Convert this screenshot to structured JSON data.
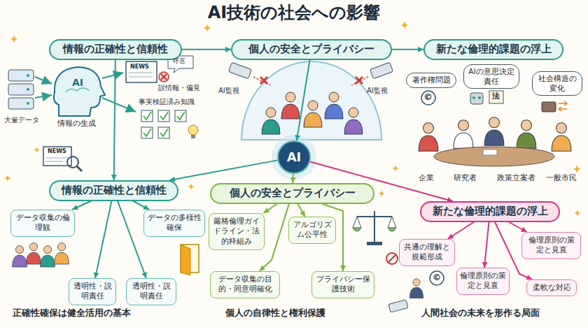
{
  "diagram": {
    "title": "AI技術の社会への影響",
    "nodes": [
      {
        "text": [
          "AI"
        ]
      },
      {
        "text": [
          "情報の正確性と信頼性"
        ]
      },
      {
        "text": [
          "個人の安全とプライバシー"
        ]
      },
      {
        "text": [
          "新たな倫理的課題の浮上"
        ]
      },
      {
        "text": [
          "情報の正確性と信頼性"
        ]
      },
      {
        "text": [
          "個人の安全とプライバシー"
        ]
      },
      {
        "text": [
          "新たな倫理的課題の浮上"
        ]
      },
      {
        "text": [
          "データ収集の倫理観"
        ]
      },
      {
        "text": [
          "データの多様性確保"
        ]
      },
      {
        "text": [
          "透明性・説明責任"
        ]
      },
      {
        "text": [
          "透明性・説明責任"
        ]
      },
      {
        "text": [
          "厳格倫理ガイドライン・法的枠組み"
        ]
      },
      {
        "text": [
          "アルゴリズム公平性"
        ]
      },
      {
        "text": [
          "データ収集の目的・同意明確化"
        ]
      },
      {
        "text": [
          "プライバシー保護技術"
        ]
      },
      {
        "text": [
          "共通の理解と規範形成"
        ]
      },
      {
        "text": [
          "倫理原則の策定と見直"
        ]
      },
      {
        "text": [
          "倫理原則の策定と見直"
        ]
      },
      {
        "text": [
          "柔軟な対応"
        ]
      },
      {
        "text": [
          "著作権問題"
        ]
      },
      {
        "text": [
          "AIの意思決定責任"
        ]
      },
      {
        "text": [
          "社会構造の変化"
        ]
      }
    ],
    "edges": [
      {
        "from": 0,
        "to": 4,
        "arrow": "to"
      },
      {
        "from": 0,
        "to": 5,
        "arrow": "to"
      },
      {
        "from": 0,
        "to": 6,
        "arrow": "to"
      },
      {
        "from": 2,
        "to": 0,
        "arrow": "to"
      },
      {
        "from": 1,
        "to": 4,
        "arrow": "to"
      },
      {
        "from": 1,
        "to": 2,
        "arrow": "to"
      },
      {
        "from": 2,
        "to": 3,
        "arrow": "to"
      },
      {
        "from": 4,
        "to": 7,
        "arrow": "to"
      },
      {
        "from": 4,
        "to": 8,
        "arrow": "to"
      },
      {
        "from": 4,
        "to": 9,
        "arrow": "to"
      },
      {
        "from": 4,
        "to": 10,
        "arrow": "to"
      },
      {
        "from": 5,
        "to": 11,
        "arrow": "to"
      },
      {
        "from": 5,
        "to": 12,
        "arrow": "to"
      },
      {
        "from": 5,
        "to": 13,
        "arrow": "to"
      },
      {
        "from": 5,
        "to": 14,
        "arrow": "to"
      },
      {
        "from": 6,
        "to": 15,
        "arrow": "to"
      },
      {
        "from": 6,
        "to": 16,
        "arrow": "to"
      },
      {
        "from": 6,
        "to": 17,
        "arrow": "to"
      },
      {
        "from": 6,
        "to": 18,
        "arrow": "to"
      }
    ],
    "labels": [
      "大量データ",
      "AI",
      "情報の生成",
      "NEWS",
      "呼言",
      "誤情報・偏見",
      "事実検証済み知識",
      "NEWS",
      "AI監視",
      "AI監視",
      "©",
      "法",
      "企業",
      "研究者",
      "政策立案者",
      "一般市民",
      "正確性確保は健全活用の基本",
      "個人の自律性と権利保護",
      "©",
      "人間社会の未来を形作る局面"
    ]
  }
}
